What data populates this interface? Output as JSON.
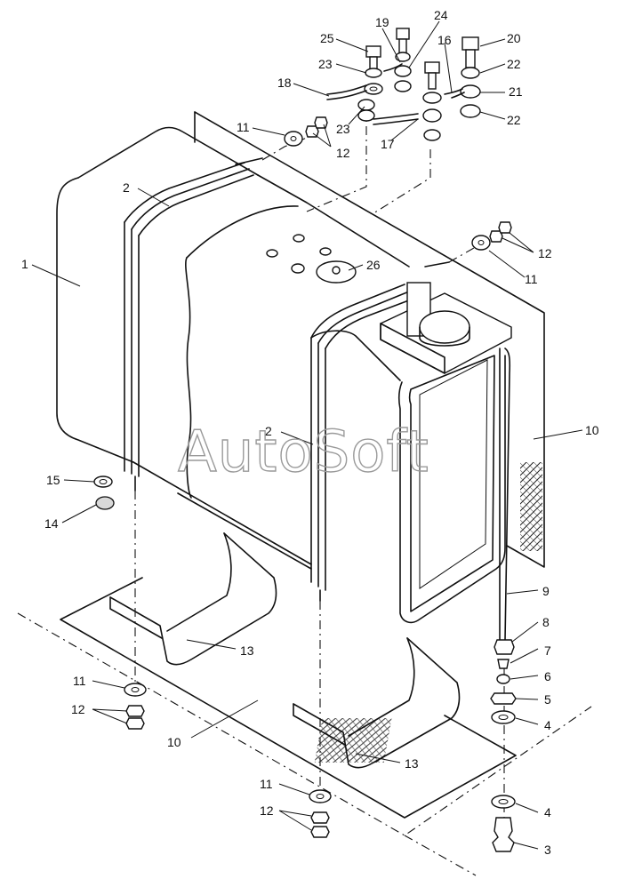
{
  "diagram": {
    "watermark": "AutoSoft",
    "callouts": [
      {
        "id": "c25",
        "text": "25"
      },
      {
        "id": "c19",
        "text": "19"
      },
      {
        "id": "c24",
        "text": "24"
      },
      {
        "id": "c16",
        "text": "16"
      },
      {
        "id": "c20",
        "text": "20"
      },
      {
        "id": "c23a",
        "text": "23"
      },
      {
        "id": "c22a",
        "text": "22"
      },
      {
        "id": "c18",
        "text": "18"
      },
      {
        "id": "c21",
        "text": "21"
      },
      {
        "id": "c11a",
        "text": "11"
      },
      {
        "id": "c23b",
        "text": "23"
      },
      {
        "id": "c22b",
        "text": "22"
      },
      {
        "id": "c12a",
        "text": "12"
      },
      {
        "id": "c17",
        "text": "17"
      },
      {
        "id": "c2a",
        "text": "2"
      },
      {
        "id": "c12b",
        "text": "12"
      },
      {
        "id": "c1",
        "text": "1"
      },
      {
        "id": "c26",
        "text": "26"
      },
      {
        "id": "c11b",
        "text": "11"
      },
      {
        "id": "c2b",
        "text": "2"
      },
      {
        "id": "c10a",
        "text": "10"
      },
      {
        "id": "c15",
        "text": "15"
      },
      {
        "id": "c14",
        "text": "14"
      },
      {
        "id": "c9",
        "text": "9"
      },
      {
        "id": "c8",
        "text": "8"
      },
      {
        "id": "c13a",
        "text": "13"
      },
      {
        "id": "c7",
        "text": "7"
      },
      {
        "id": "c11c",
        "text": "11"
      },
      {
        "id": "c6",
        "text": "6"
      },
      {
        "id": "c5",
        "text": "5"
      },
      {
        "id": "c12c",
        "text": "12"
      },
      {
        "id": "c4a",
        "text": "4"
      },
      {
        "id": "c10b",
        "text": "10"
      },
      {
        "id": "c13b",
        "text": "13"
      },
      {
        "id": "c11d",
        "text": "11"
      },
      {
        "id": "c4b",
        "text": "4"
      },
      {
        "id": "c12d",
        "text": "12"
      },
      {
        "id": "c3",
        "text": "3"
      }
    ]
  }
}
